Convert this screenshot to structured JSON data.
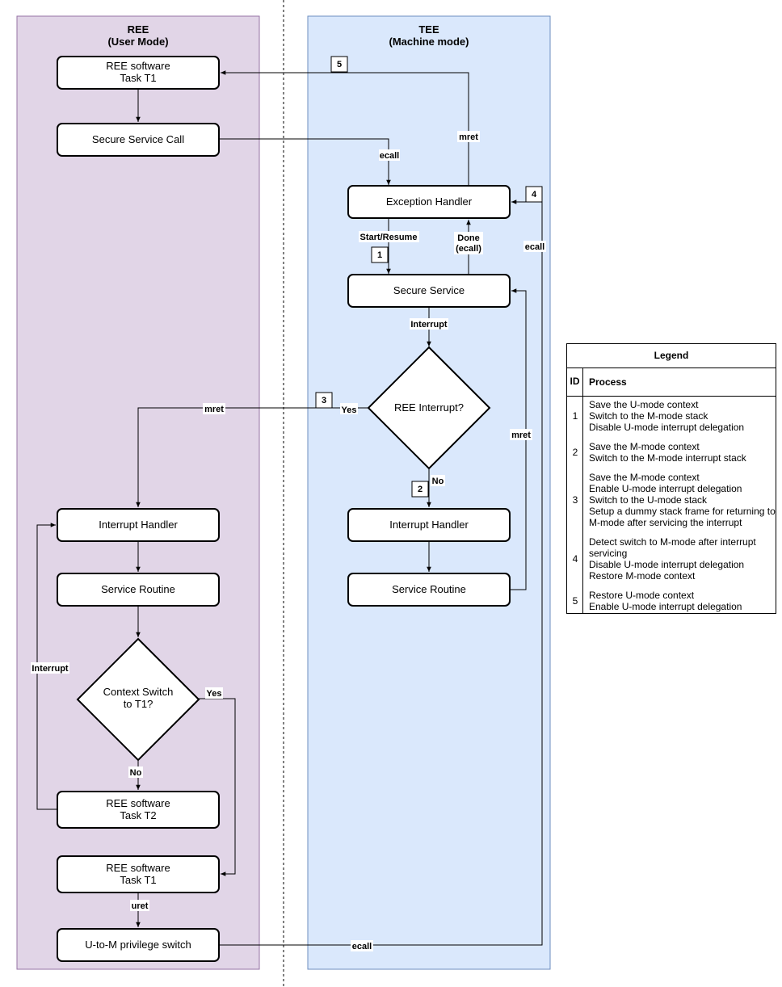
{
  "lanes": {
    "ree": {
      "title": "REE",
      "subtitle": "(User Mode)"
    },
    "tee": {
      "title": "TEE",
      "subtitle": "(Machine mode)"
    }
  },
  "nodes": {
    "ree_t1_top": [
      "REE software",
      "Task T1"
    ],
    "secure_call": "Secure Service Call",
    "exception_handler": "Exception Handler",
    "secure_service": "Secure Service",
    "ree_interrupt_q": "REE Interrupt?",
    "tee_interrupt_handler": "Interrupt Handler",
    "tee_service_routine": "Service Routine",
    "ree_interrupt_handler": "Interrupt Handler",
    "ree_service_routine": "Service Routine",
    "context_switch_q": [
      "Context Switch",
      "to T1?"
    ],
    "ree_t2": [
      "REE software",
      "Task T2"
    ],
    "ree_t1_bottom": [
      "REE software",
      "Task T1"
    ],
    "u_to_m": "U-to-M privilege switch"
  },
  "edge_labels": {
    "ecall_top": "ecall",
    "mret_top": "mret",
    "start_resume": "Start/Resume",
    "done_ecall": [
      "Done",
      "(ecall)"
    ],
    "ecall_right": "ecall",
    "interrupt_tee": "Interrupt",
    "yes_ree_int": "Yes",
    "mret_left": "mret",
    "no_ree_int": "No",
    "mret_right": "mret",
    "interrupt_ree": "Interrupt",
    "yes_ctx": "Yes",
    "no_ctx": "No",
    "uret": "uret",
    "ecall_bottom": "ecall"
  },
  "badges": {
    "b1": "1",
    "b2": "2",
    "b3": "3",
    "b4": "4",
    "b5": "5"
  },
  "legend": {
    "title": "Legend",
    "col_id": "ID",
    "col_process": "Process",
    "rows": [
      {
        "id": "1",
        "process": "Save the U-mode context\nSwitch to the M-mode stack\nDisable U-mode interrupt delegation"
      },
      {
        "id": "2",
        "process": "Save the M-mode context\nSwitch to the M-mode interrupt stack"
      },
      {
        "id": "3",
        "process": "Save the M-mode context\nEnable U-mode interrupt delegation\nSwitch to the U-mode stack\nSetup a dummy stack frame for returning to\nM-mode after servicing the interrupt"
      },
      {
        "id": "4",
        "process": "Detect switch to M-mode after interrupt\nservicing\nDisable U-mode interrupt delegation\nRestore M-mode context"
      },
      {
        "id": "5",
        "process": "Restore U-mode context\nEnable U-mode interrupt delegation"
      }
    ]
  },
  "colors": {
    "ree_lane": "#e1d5e7",
    "ree_lane_border": "#9673a6",
    "tee_lane": "#dae8fc",
    "tee_lane_border": "#6c8ebf"
  }
}
